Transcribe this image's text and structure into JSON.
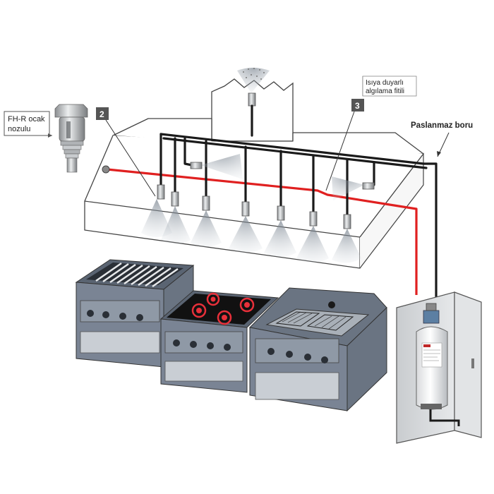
{
  "labels": {
    "nozzle_label_line1": "FH-R ocak",
    "nozzle_label_line2": "nozulu",
    "detector_label_line1": "Isıya duyarlı",
    "detector_label_line2": "algılama fitili",
    "pipe_label": "Paslanmaz boru"
  },
  "badges": {
    "badge_2": "2",
    "badge_3": "3"
  },
  "colors": {
    "background": "#ffffff",
    "hood_line": "#444444",
    "pipe": "#1a1a1a",
    "detection_line": "#e02020",
    "appliance_body": "#7a8494",
    "appliance_top": "#5a6472",
    "hotplate": "#e8303a",
    "badge_fill": "#555555",
    "spray": "#9aa4ae"
  }
}
